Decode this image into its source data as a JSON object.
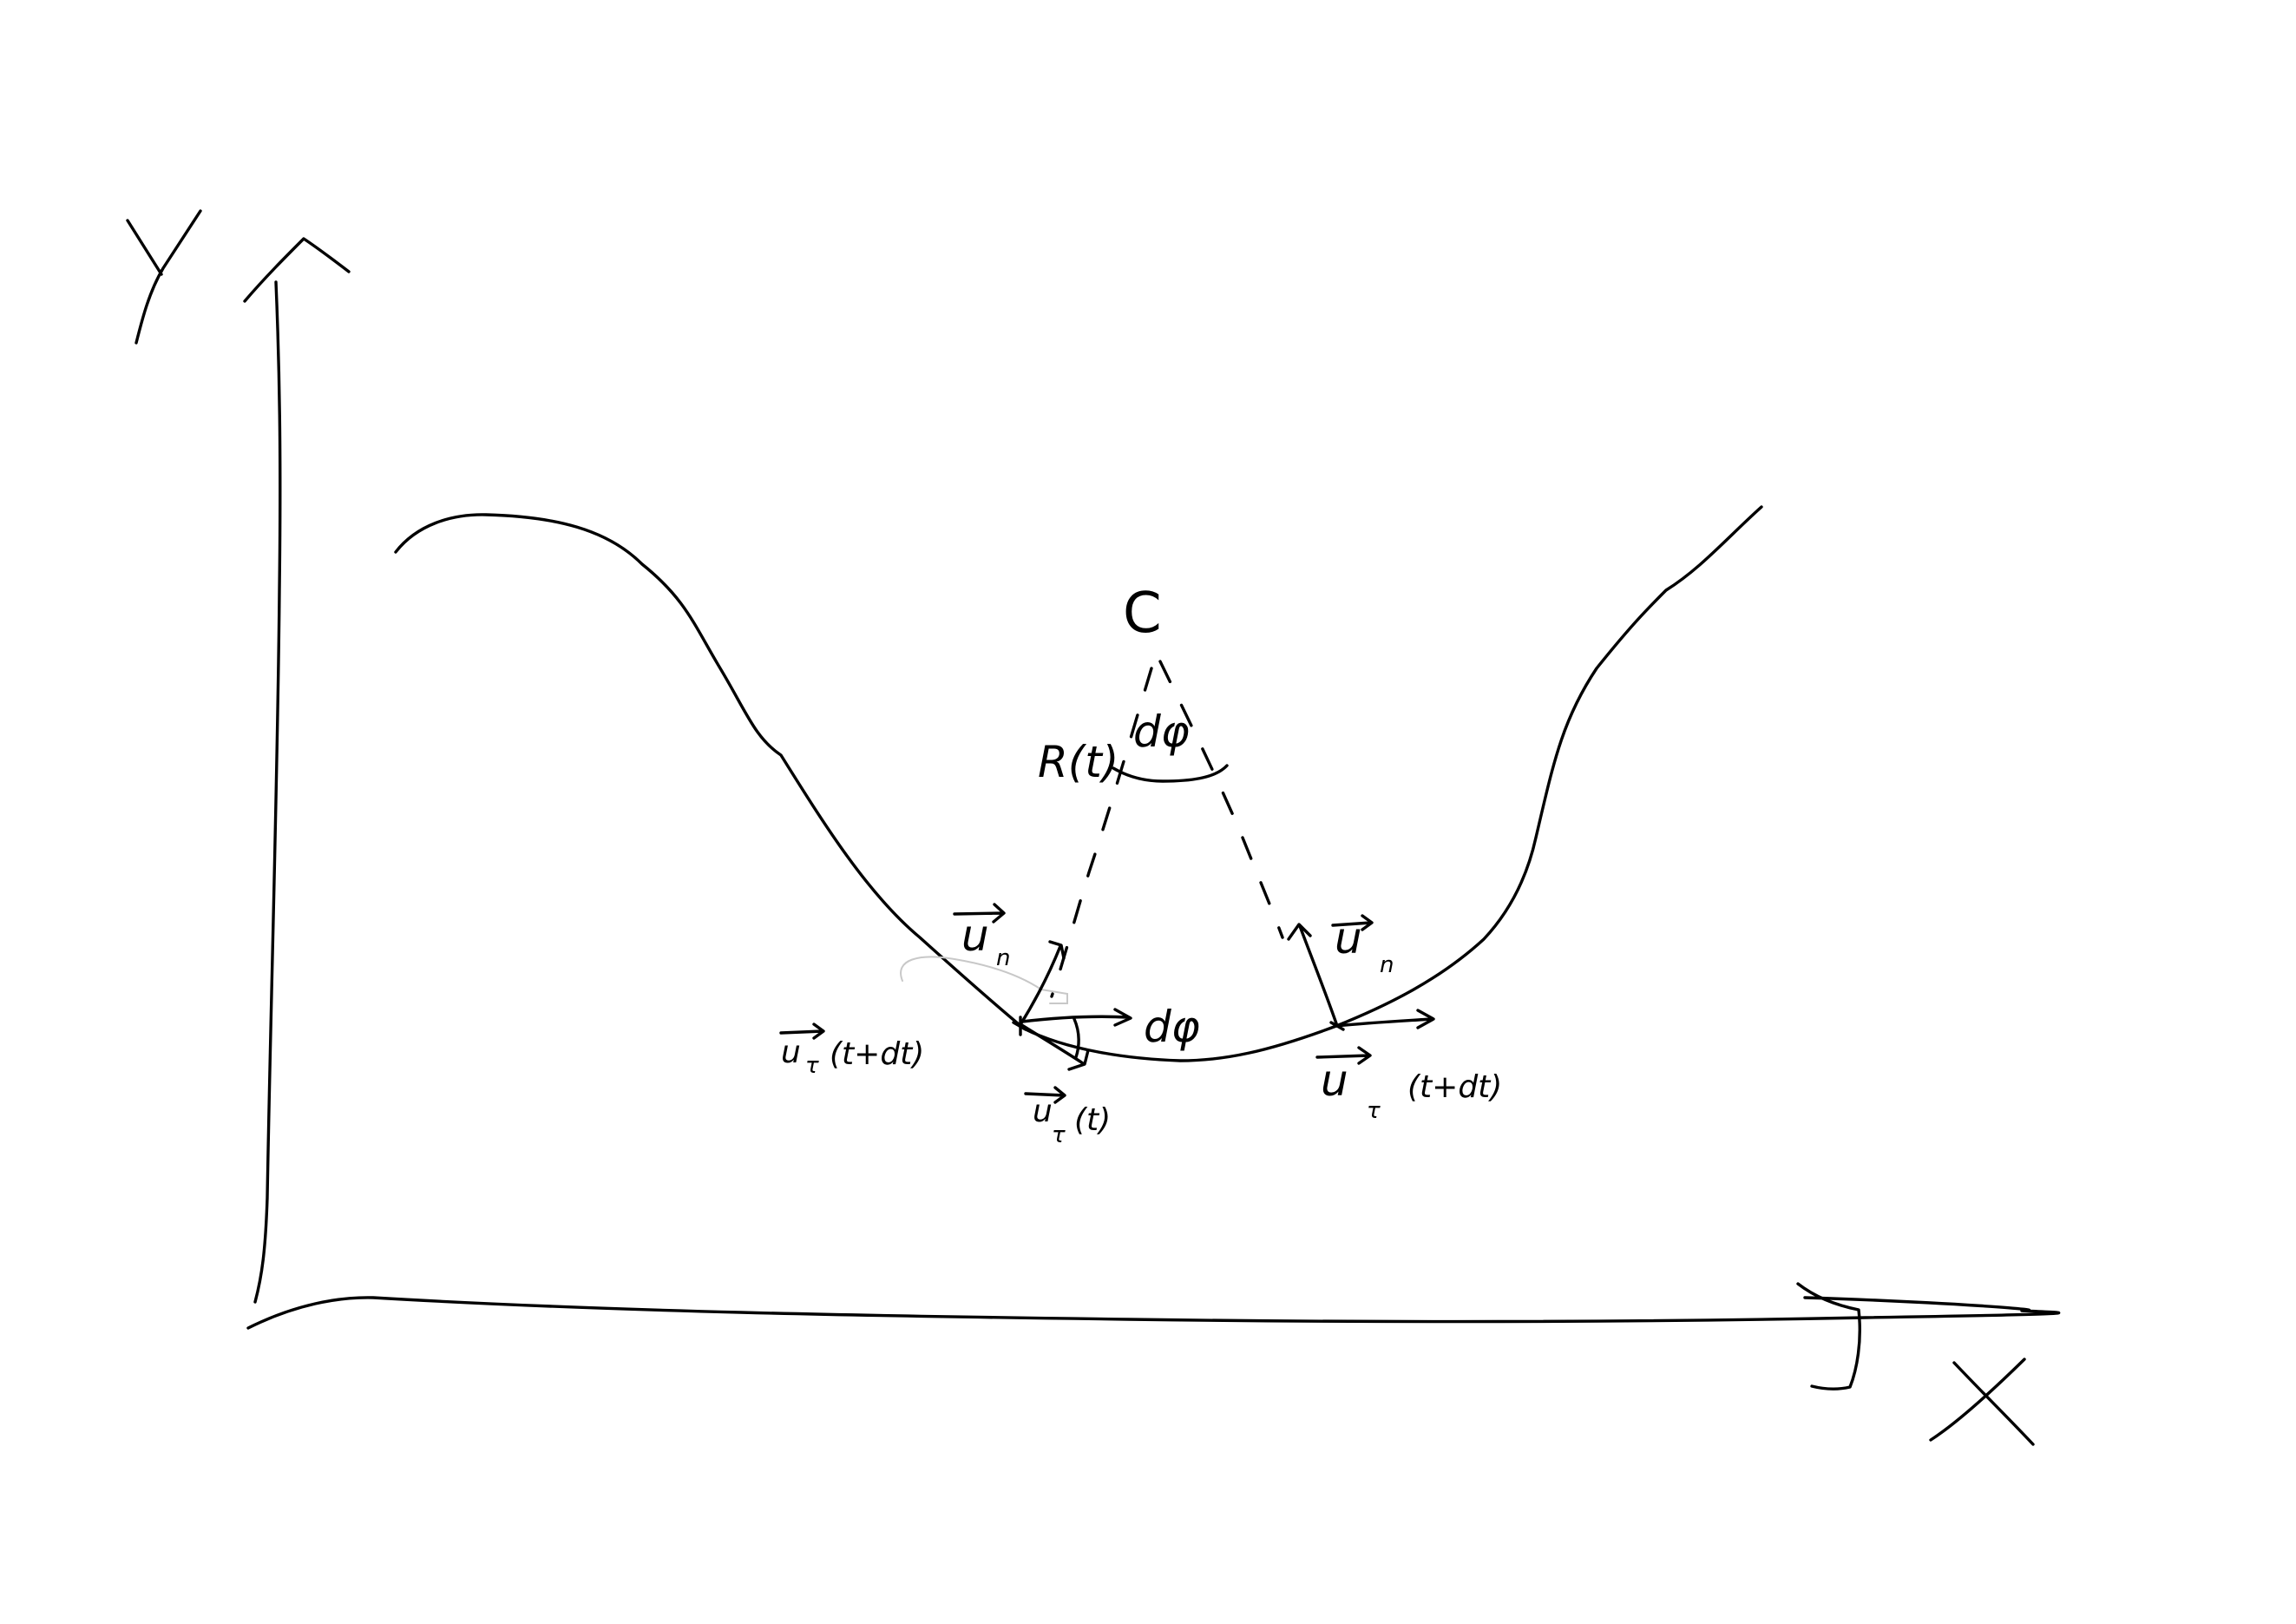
{
  "axes": {
    "x_label": "X",
    "y_label": "Y"
  },
  "center": {
    "label": "C"
  },
  "radius": {
    "label": "R(t)"
  },
  "angle": {
    "at_center": "dφ",
    "between_tangents": "dφ"
  },
  "left_point": {
    "normal": {
      "symbol": "u",
      "subscript": "n"
    },
    "tangent_t": {
      "symbol": "u",
      "subscript": "τ",
      "argument": "(t)"
    },
    "tangent_t_dt": {
      "symbol": "u",
      "subscript": "τ",
      "argument": "(t+dt)"
    }
  },
  "right_point": {
    "normal": {
      "symbol": "u",
      "subscript": "n"
    },
    "tangent_t_dt": {
      "symbol": "u",
      "subscript": "τ",
      "argument": "(t+dt)"
    }
  }
}
